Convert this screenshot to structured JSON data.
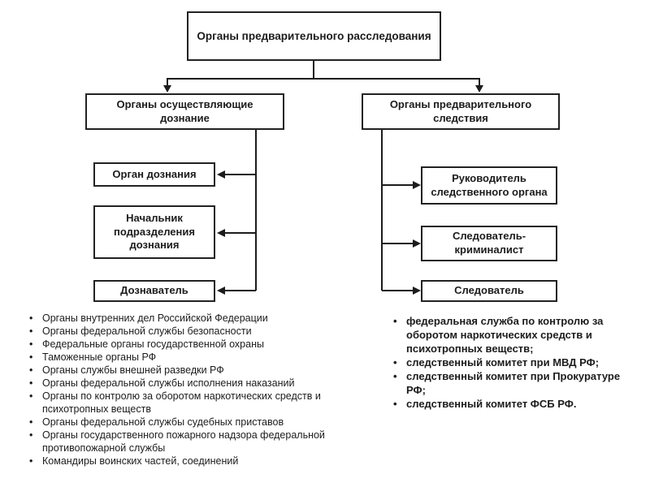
{
  "colors": {
    "background": "#ffffff",
    "box_border": "#222222",
    "text": "#1c1c1c",
    "connector": "#1c1c1c"
  },
  "diagram": {
    "root": "Органы предварительного расследования",
    "left_branch": {
      "title": "Органы осуществляющие дознание",
      "children": [
        "Орган дознания",
        "Начальник подразделения дознания",
        "Дознаватель"
      ]
    },
    "right_branch": {
      "title": "Органы предварительного следствия",
      "children": [
        "Руководитель следственного органа",
        "Следователь-криминалист",
        "Следователь"
      ]
    }
  },
  "left_list": {
    "items": [
      "Органы внутренних дел Российской Федерации",
      "Органы федеральной службы безопасности",
      "Федеральные органы государственной охраны",
      "Таможенные органы РФ",
      "Органы службы внешней разведки РФ",
      "Органы федеральной службы исполнения наказаний",
      "Органы по контролю за оборотом наркотических средств и психотропных веществ",
      "Органы федеральной службы судебных приставов",
      "Органы государственного пожарного надзора федеральной противопожарной службы",
      "Командиры воинских частей, соединений"
    ]
  },
  "right_list": {
    "items": [
      "федеральная служба по контролю за оборотом наркотических средств и психотропных веществ;",
      "следственный комитет при МВД РФ;",
      "следственный комитет при Прокуратуре РФ;",
      "следственный комитет ФСБ РФ."
    ]
  }
}
